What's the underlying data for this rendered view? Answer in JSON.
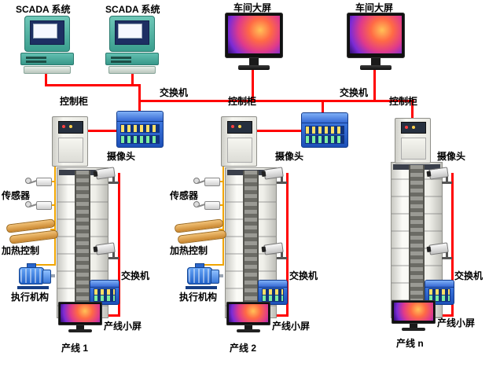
{
  "top_row": {
    "scada": [
      {
        "label": "SCADA 系统"
      },
      {
        "label": "SCADA 系统"
      }
    ],
    "big_screens": [
      {
        "label": "车间大屏"
      },
      {
        "label": "车间大屏"
      }
    ]
  },
  "backbone": {
    "switches": [
      {
        "label": "交换机"
      },
      {
        "label": "交换机"
      }
    ],
    "cabinets": [
      {
        "label": "控制柜"
      },
      {
        "label": "控制柜"
      },
      {
        "label": "控制柜"
      }
    ]
  },
  "lines": [
    {
      "name": "产线 1",
      "camera": "摄像头",
      "sensor": "传感器",
      "heating": "加热控制",
      "actuator": "执行机构",
      "switch": "交换机",
      "small_screen": "产线小屏"
    },
    {
      "name": "产线 2",
      "camera": "摄像头",
      "sensor": "传感器",
      "heating": "加热控制",
      "actuator": "执行机构",
      "switch": "交换机",
      "small_screen": "产线小屏"
    },
    {
      "name": "产线 n",
      "camera": "摄像头",
      "switch": "交换机",
      "small_screen": "产线小屏"
    }
  ],
  "colors": {
    "connection": "#ff0000",
    "signal": "#f0a500",
    "switch_body": "#2563c9",
    "computer_teal": "#3a9e8e"
  }
}
